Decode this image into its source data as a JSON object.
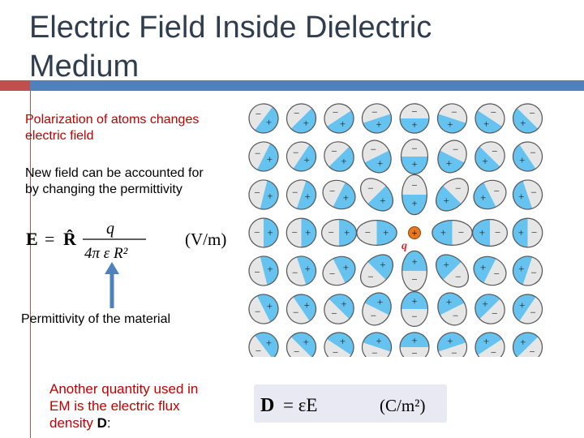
{
  "title": {
    "line1": "Electric Field Inside Dielectric",
    "line2": "Medium"
  },
  "colors": {
    "title": "#2f3d4e",
    "accent_red": "#c0504d",
    "accent_blue": "#4f81bd",
    "text_red": "#c00000",
    "atom_blue": "#66c2ee",
    "atom_grey": "#e6e6e6",
    "charge_orange": "#e87722"
  },
  "bullets": {
    "polarization_line1": "Polarization of atoms changes",
    "polarization_line2": "electric field",
    "permittivity_line1": "New field can be accounted for",
    "permittivity_line2": "by changing the permittivity"
  },
  "equation_field": {
    "lhs": "E",
    "equals": "=",
    "unit_vector": "R̂",
    "numerator": "q",
    "denominator": "4π ε R²",
    "unit": "(V/m)"
  },
  "arrow_label": "Permittivity of the material",
  "flux_text": {
    "line1": "Another quantity used in",
    "line2": "EM is the electric flux",
    "line3_prefix": "density ",
    "line3_bold": "D",
    "line3_suffix": ":"
  },
  "equation_flux": {
    "lhs": "D",
    "rhs": "= εE",
    "unit": "(C/m²)"
  },
  "diagram": {
    "charge_label": "q",
    "center_charge_sign": "+",
    "atom_signs": [
      "+",
      "−"
    ]
  }
}
